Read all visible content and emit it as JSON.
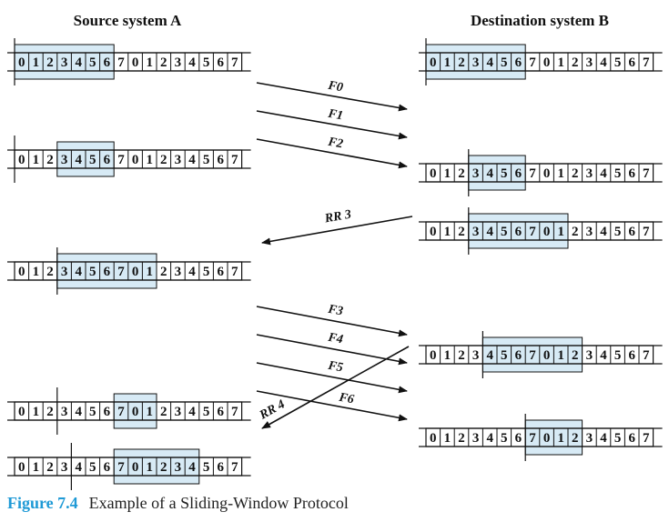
{
  "headers": {
    "source": "Source system A",
    "destination": "Destination system B"
  },
  "caption": {
    "figure": "Figure 7.4",
    "text": "Example of a Sliding-Window Protocol"
  },
  "sequence": [
    "0",
    "1",
    "2",
    "3",
    "4",
    "5",
    "6",
    "7",
    "0",
    "1",
    "2",
    "3",
    "4",
    "5",
    "6",
    "7"
  ],
  "colors": {
    "window_fill": "#d7eaf5",
    "caption_blue": "#1f9ad6",
    "ink": "#111111"
  },
  "source_rows": [
    {
      "window_start": 0,
      "window_len": 7,
      "sent_marker": 0
    },
    {
      "window_start": 3,
      "window_len": 4,
      "sent_marker": 0
    },
    {
      "window_start": 3,
      "window_len": 7,
      "sent_marker": 3
    },
    {
      "window_start": 7,
      "window_len": 3,
      "sent_marker": 3
    },
    {
      "window_start": 7,
      "window_len": 6,
      "sent_marker": 4
    }
  ],
  "destination_rows": [
    {
      "window_start": 0,
      "window_len": 7,
      "sent_marker": 0
    },
    {
      "window_start": 3,
      "window_len": 4,
      "sent_marker": 3
    },
    {
      "window_start": 3,
      "window_len": 7,
      "sent_marker": 3
    },
    {
      "window_start": 4,
      "window_len": 7,
      "sent_marker": 4
    },
    {
      "window_start": 7,
      "window_len": 4,
      "sent_marker": 7
    }
  ],
  "messages": [
    {
      "label": "F0",
      "direction": "A-to-B"
    },
    {
      "label": "F1",
      "direction": "A-to-B"
    },
    {
      "label": "F2",
      "direction": "A-to-B"
    },
    {
      "label": "RR 3",
      "direction": "B-to-A"
    },
    {
      "label": "F3",
      "direction": "A-to-B"
    },
    {
      "label": "F4",
      "direction": "A-to-B"
    },
    {
      "label": "F5",
      "direction": "A-to-B"
    },
    {
      "label": "F6",
      "direction": "A-to-B"
    },
    {
      "label": "RR 4",
      "direction": "B-to-A"
    }
  ]
}
